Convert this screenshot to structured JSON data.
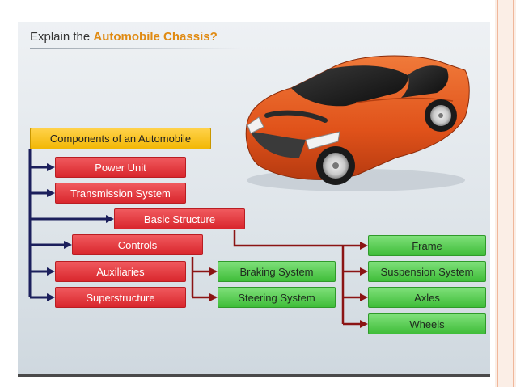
{
  "slide": {
    "title_prefix": "Explain the ",
    "title_highlight": "Automobile Chassis?"
  },
  "root": {
    "label": "Components of an Automobile"
  },
  "components": [
    {
      "label": "Power Unit"
    },
    {
      "label": "Transmission System"
    },
    {
      "label": "Basic Structure"
    },
    {
      "label": "Controls"
    },
    {
      "label": "Auxiliaries"
    },
    {
      "label": "Superstructure"
    }
  ],
  "controls_children": [
    {
      "label": "Braking System"
    },
    {
      "label": "Steering System"
    }
  ],
  "basic_structure_children": [
    {
      "label": "Frame"
    },
    {
      "label": "Suspension System"
    },
    {
      "label": "Axles"
    },
    {
      "label": "Wheels"
    }
  ],
  "colors": {
    "component_fill": "#e23a3f",
    "subcomponent_fill": "#4cc846",
    "root_fill": "#f9c41a",
    "navy_connector": "#1b1f5c",
    "maroon_connector": "#8b1414",
    "car_body": "#e0521a"
  }
}
